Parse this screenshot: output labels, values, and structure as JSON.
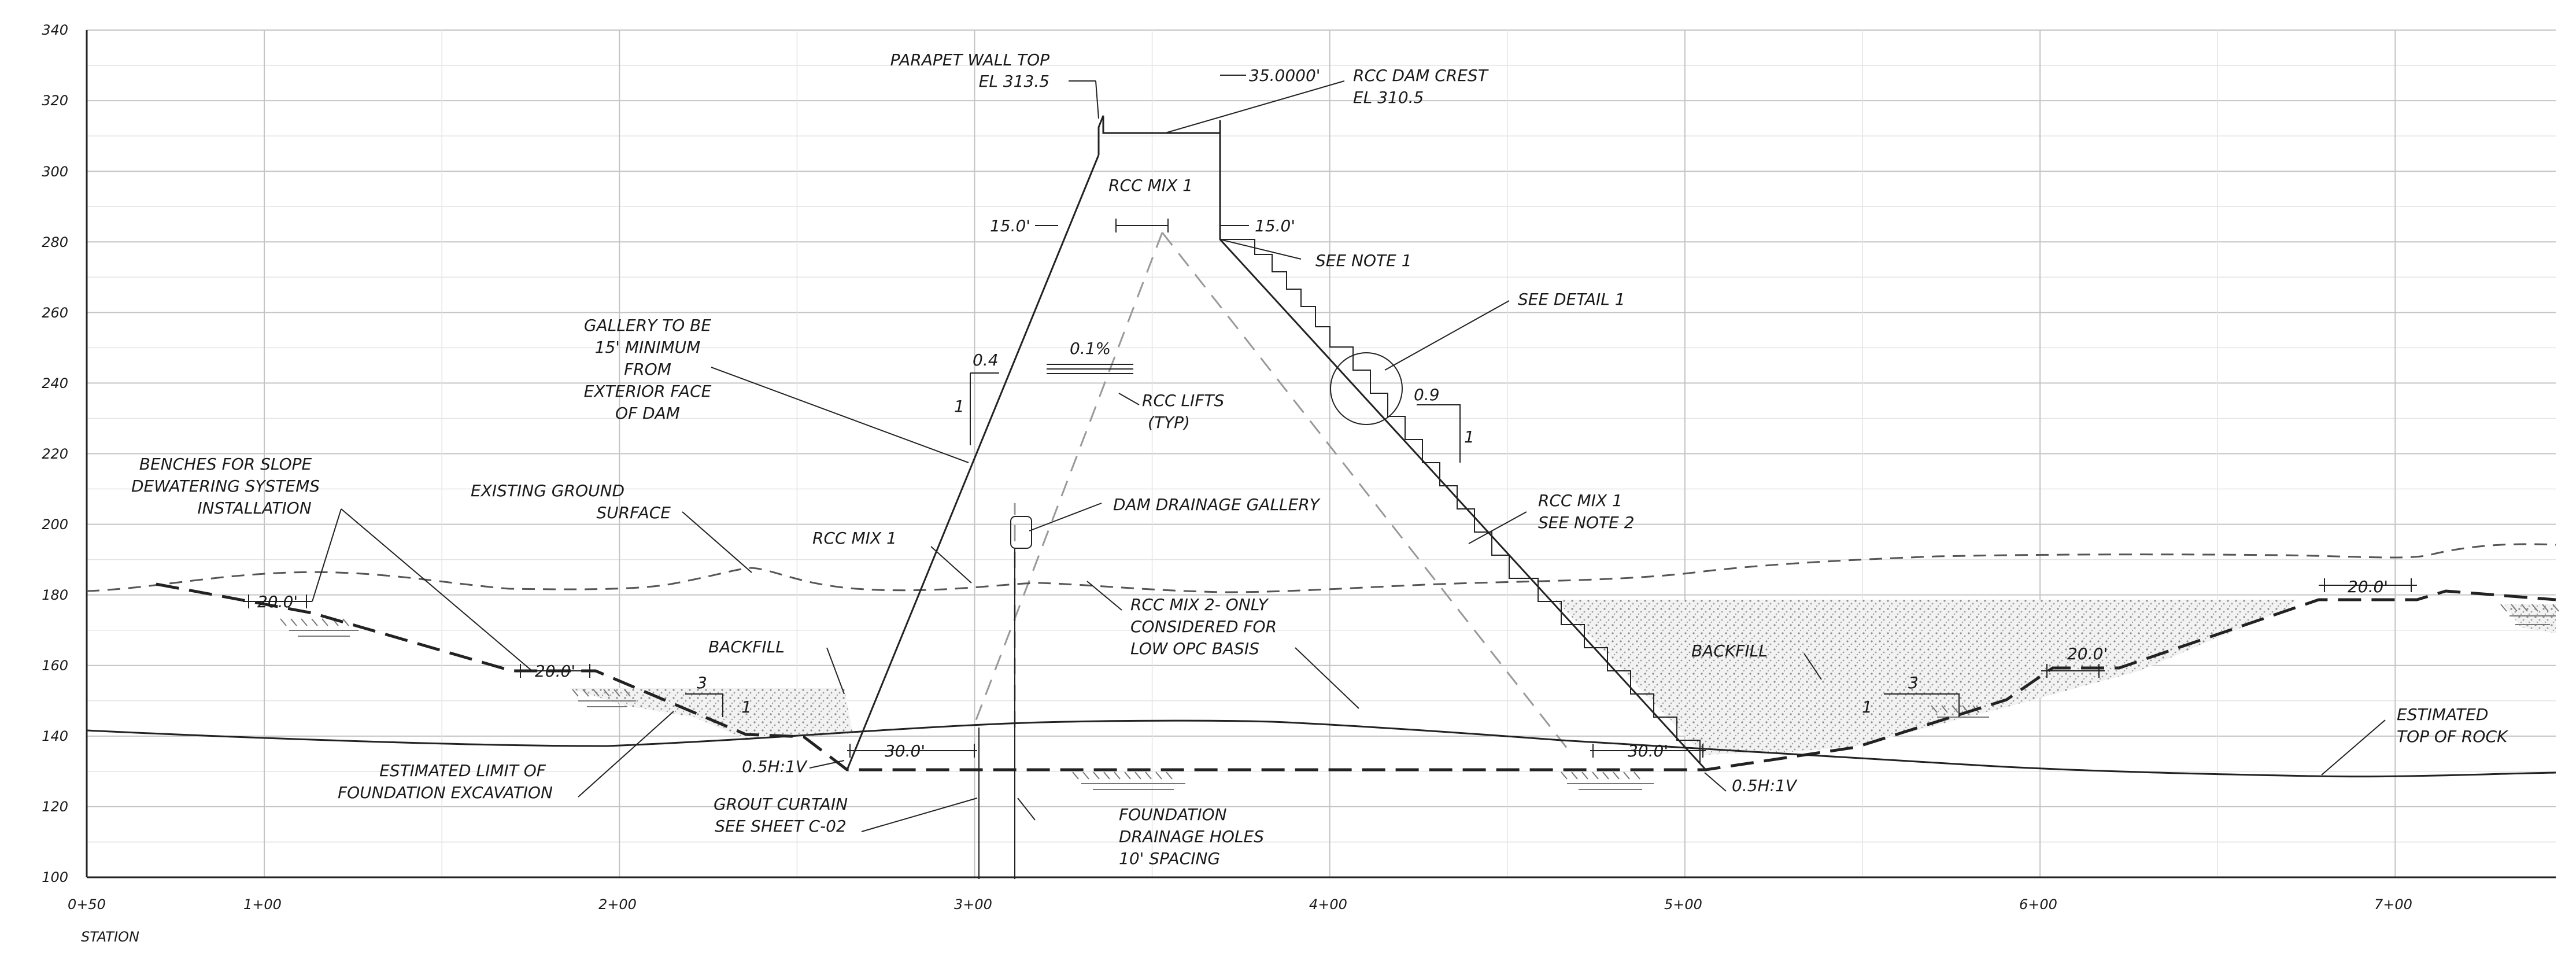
{
  "axes": {
    "y_ticks": [
      "340",
      "320",
      "300",
      "280",
      "260",
      "240",
      "220",
      "200",
      "180",
      "160",
      "140",
      "120",
      "100"
    ],
    "x_ticks": [
      "0+50",
      "1+00",
      "2+00",
      "3+00",
      "4+00",
      "5+00",
      "6+00",
      "7+00"
    ],
    "x_title": "STATION"
  },
  "labels": {
    "parapet_1": "PARAPET WALL TOP",
    "parapet_2": "EL 313.5",
    "crest_width": "35.0000'",
    "crest_1": "RCC DAM CREST",
    "crest_2": "EL 310.5",
    "rcc_mix1_top": "RCC MIX 1",
    "dim_15_left": "15.0'",
    "dim_15_right": "15.0'",
    "see_note1": "SEE NOTE 1",
    "see_detail1": "SEE DETAIL 1",
    "gallery_1": "GALLERY TO BE",
    "gallery_2": "15' MINIMUM",
    "gallery_3": "FROM",
    "gallery_4": "EXTERIOR FACE",
    "gallery_5": "OF DAM",
    "slope_04": "0.4",
    "slope_1a": "1",
    "slope_01pct": "0.1%",
    "rcc_lifts_1": "RCC LIFTS",
    "rcc_lifts_2": "(TYP)",
    "slope_09": "0.9",
    "slope_1b": "1",
    "benches_1": "BENCHES FOR SLOPE",
    "benches_2": "DEWATERING SYSTEMS",
    "benches_3": "INSTALLATION",
    "existing_1": "EXISTING GROUND",
    "existing_2": "SURFACE",
    "drainage_gallery": "DAM DRAINAGE GALLERY",
    "rcc_mix1_up": "RCC MIX 1",
    "rcc_mix1_dn_1": "RCC MIX 1",
    "rcc_mix1_dn_2": "SEE NOTE 2",
    "rcc_mix2_1": "RCC MIX 2- ONLY",
    "rcc_mix2_2": "CONSIDERED  FOR",
    "rcc_mix2_3": "LOW OPC BASIS",
    "bench_20_a": "20.0'",
    "bench_20_b": "20.0'",
    "bench_20_c": "20.0'",
    "bench_20_d": "20.0'",
    "backfill_left": "BACKFILL",
    "backfill_right": "BACKFILL",
    "slope_3a": "3",
    "slope_1c": "1",
    "slope_3b": "3",
    "slope_1d": "1",
    "dim_30_left": "30.0'",
    "dim_30_right": "30.0'",
    "slope_05_left": "0.5H:1V",
    "slope_05_right": "0.5H:1V",
    "est_limit_1": "ESTIMATED LIMIT OF",
    "est_limit_2": "FOUNDATION EXCAVATION",
    "grout_1": "GROUT CURTAIN",
    "grout_2": "SEE SHEET C-02",
    "fdh_1": "FOUNDATION",
    "fdh_2": "DRAINAGE HOLES",
    "fdh_3": "10' SPACING",
    "est_rock_1": "ESTIMATED",
    "est_rock_2": "TOP OF ROCK"
  }
}
